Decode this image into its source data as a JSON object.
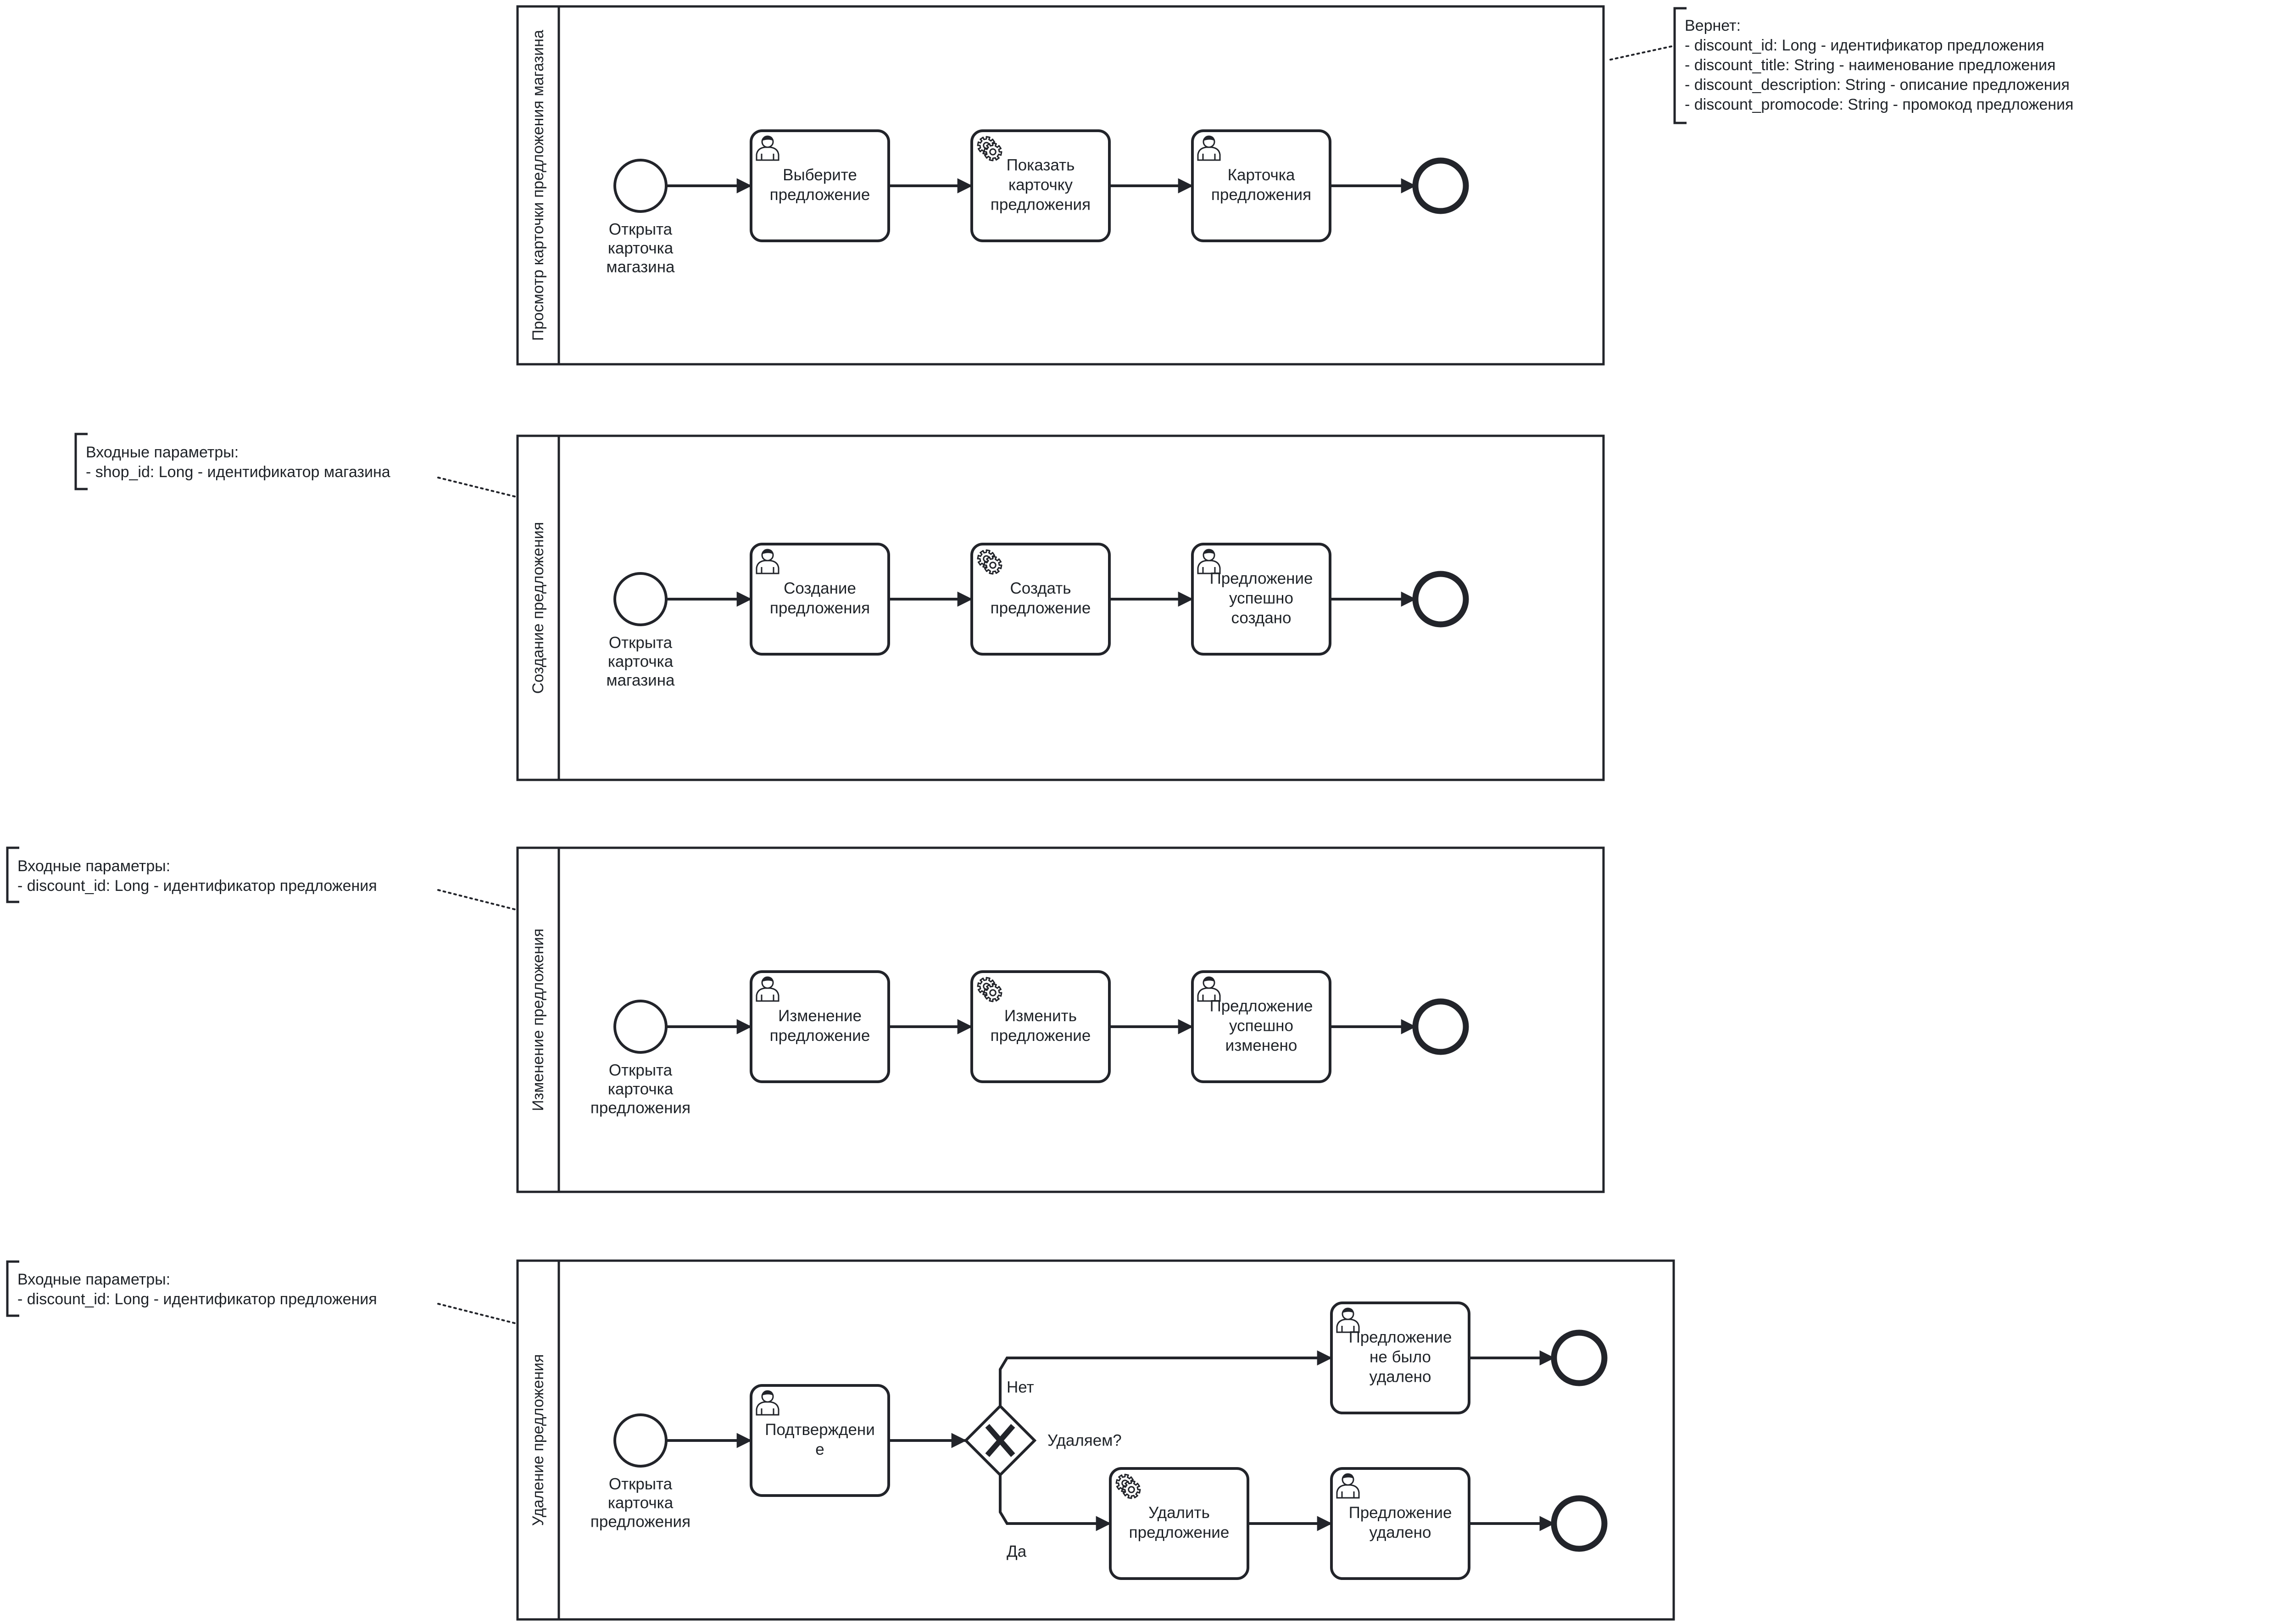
{
  "pools": [
    {
      "title": "Просмотр карточки предложения магазина",
      "start_label": [
        "Открыта",
        "карточка",
        "магазина"
      ],
      "tasks": [
        {
          "kind": "user",
          "lines": [
            "Выберите",
            "предложение"
          ]
        },
        {
          "kind": "service",
          "lines": [
            "Показать",
            "карточку",
            "предложения"
          ]
        },
        {
          "kind": "user",
          "lines": [
            "Карточка",
            "предложения"
          ]
        }
      ]
    },
    {
      "title": "Создание предложения",
      "start_label": [
        "Открыта",
        "карточка",
        "магазина"
      ],
      "tasks": [
        {
          "kind": "user",
          "lines": [
            "Создание",
            "предложения"
          ]
        },
        {
          "kind": "service",
          "lines": [
            "Создать",
            "предложение"
          ]
        },
        {
          "kind": "user",
          "lines": [
            "Предложение",
            "успешно",
            "создано"
          ]
        }
      ]
    },
    {
      "title": "Изменение предложения",
      "start_label": [
        "Открыта",
        "карточка",
        "предложения"
      ],
      "tasks": [
        {
          "kind": "user",
          "lines": [
            "Изменение",
            "предложение"
          ]
        },
        {
          "kind": "service",
          "lines": [
            "Изменить",
            "предложение"
          ]
        },
        {
          "kind": "user",
          "lines": [
            "Предложение",
            "успешно",
            "изменено"
          ]
        }
      ]
    },
    {
      "title": "Удаление предложения",
      "start_label": [
        "Открыта",
        "карточка",
        "предложения"
      ],
      "confirm_task": {
        "kind": "user",
        "lines": [
          "Подтверждени",
          "е"
        ]
      },
      "gateway_label": "Удаляем?",
      "no_label": "Нет",
      "yes_label": "Да",
      "no_task": {
        "kind": "user",
        "lines": [
          "Предложение",
          "не было",
          "удалено"
        ]
      },
      "delete_task": {
        "kind": "service",
        "lines": [
          "Удалить",
          "предложение"
        ]
      },
      "deleted_task": {
        "kind": "user",
        "lines": [
          "Предложение",
          "удалено"
        ]
      }
    }
  ],
  "annotations": [
    {
      "attached_to": "Просмотр карточки предложения магазина",
      "lines": [
        "Вернет:",
        "- discount_id: Long - идентификатор предложения",
        "- discount_title: String - наименование предложения",
        "- discount_description: String - описание предложения",
        "- discount_promocode: String - промокод предложения"
      ]
    },
    {
      "attached_to": "Создание предложения",
      "lines": [
        "Входные параметры:",
        "- shop_id: Long - идентификатор магазина"
      ]
    },
    {
      "attached_to": "Изменение предложения",
      "lines": [
        "Входные параметры:",
        "- discount_id: Long - идентификатор предложения"
      ]
    },
    {
      "attached_to": "Удаление предложения",
      "lines": [
        "Входные параметры:",
        "- discount_id: Long - идентификатор предложения"
      ]
    }
  ],
  "icons": {
    "user_task": "user-icon",
    "service_task": "gear-icon",
    "gateway": "exclusive-gateway-x-icon"
  },
  "colors": {
    "stroke": "#22242a",
    "fill": "#ffffff",
    "text": "#1f2328"
  }
}
